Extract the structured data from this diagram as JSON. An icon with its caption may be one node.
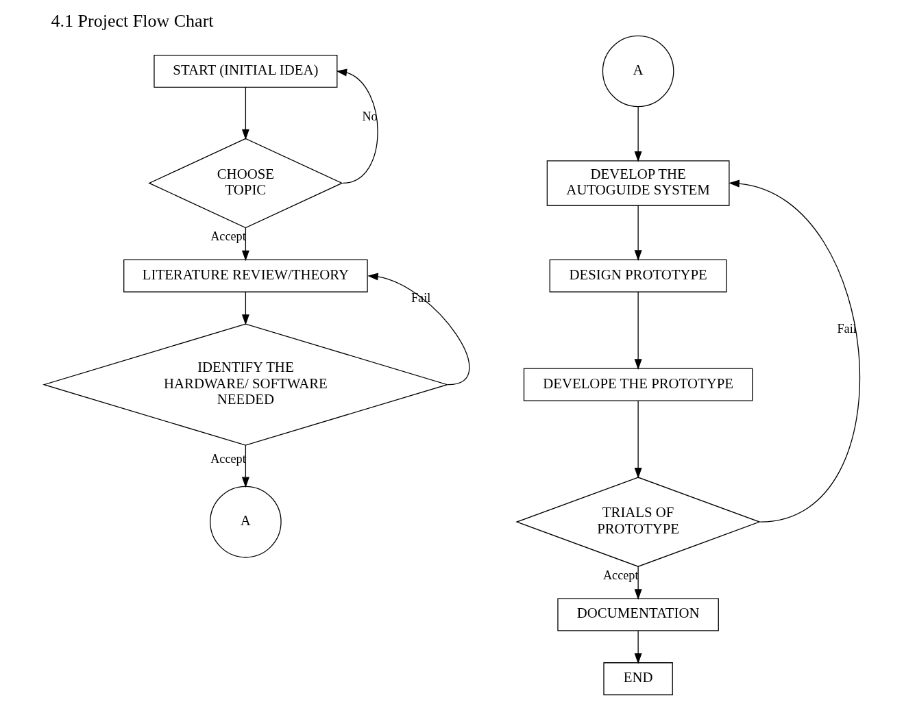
{
  "diagram": {
    "title": "4.1 Project Flow Chart",
    "nodes": [
      {
        "text": [
          "START (INITIAL IDEA)"
        ]
      },
      {
        "text": [
          "CHOOSE TOPIC"
        ]
      },
      {
        "text": [
          "LITERATURE REVIEW/THEORY"
        ]
      },
      {
        "text": [
          "IDENTIFY THE HARDWARE/ SOFTWARE NEEDED"
        ]
      },
      {
        "text": [
          "A"
        ]
      },
      {
        "text": [
          "A"
        ]
      },
      {
        "text": [
          "DEVELOP THE AUTOGUIDE SYSTEM"
        ]
      },
      {
        "text": [
          "DESIGN PROTOTYPE"
        ]
      },
      {
        "text": [
          "DEVELOPE THE PROTOTYPE"
        ]
      },
      {
        "text": [
          "TRIALS OF PROTOTYPE"
        ]
      },
      {
        "text": [
          "DOCUMENTATION"
        ]
      },
      {
        "text": [
          "END"
        ]
      }
    ],
    "edges": [
      {
        "from": 0,
        "to": 1,
        "arrow": "to"
      },
      {
        "from": 1,
        "to": 0,
        "arrow": "to",
        "label": "No"
      },
      {
        "from": 1,
        "to": 2,
        "arrow": "to",
        "label": "Accept"
      },
      {
        "from": 2,
        "to": 3,
        "arrow": "to"
      },
      {
        "from": 3,
        "to": 2,
        "arrow": "to",
        "label": "Fail"
      },
      {
        "from": 3,
        "to": 4,
        "arrow": "to",
        "label": "Accept"
      },
      {
        "from": 5,
        "to": 6,
        "arrow": "to"
      },
      {
        "from": 6,
        "to": 7,
        "arrow": "to"
      },
      {
        "from": 7,
        "to": 8,
        "arrow": "to"
      },
      {
        "from": 8,
        "to": 9,
        "arrow": "to"
      },
      {
        "from": 9,
        "to": 6,
        "arrow": "to",
        "label": "Fail"
      },
      {
        "from": 9,
        "to": 10,
        "arrow": "to",
        "label": "Accept"
      },
      {
        "from": 10,
        "to": 11,
        "arrow": "to"
      }
    ]
  }
}
